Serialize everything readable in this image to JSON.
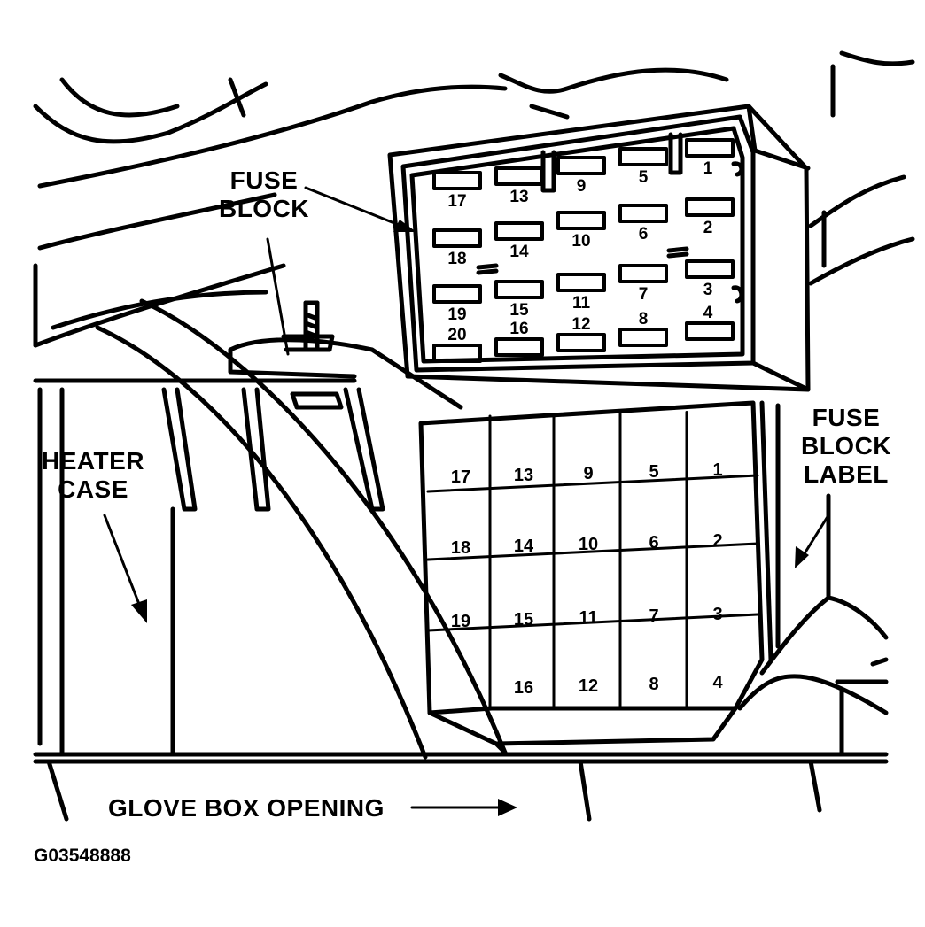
{
  "callouts": {
    "fuse_block": [
      "FUSE",
      "BLOCK"
    ],
    "fuse_block_label": [
      "FUSE",
      "BLOCK",
      "LABEL"
    ],
    "heater_case": [
      "HEATER",
      "CASE"
    ],
    "glove_box_opening": "GLOVE BOX OPENING"
  },
  "figure_id": "G03548888",
  "fuse_block_numbers": [
    [
      "17",
      "13",
      "9",
      "5",
      "1"
    ],
    [
      "18",
      "14",
      "10",
      "6",
      "2"
    ],
    [
      "19",
      "15",
      "11",
      "7",
      "3"
    ],
    [
      "20",
      "16",
      "12",
      "8",
      "4"
    ]
  ],
  "label_grid": [
    [
      "17",
      "13",
      "9",
      "5",
      "1"
    ],
    [
      "18",
      "14",
      "10",
      "6",
      "2"
    ],
    [
      "19",
      "15",
      "11",
      "7",
      "3"
    ],
    [
      "",
      "16",
      "12",
      "8",
      "4"
    ]
  ]
}
